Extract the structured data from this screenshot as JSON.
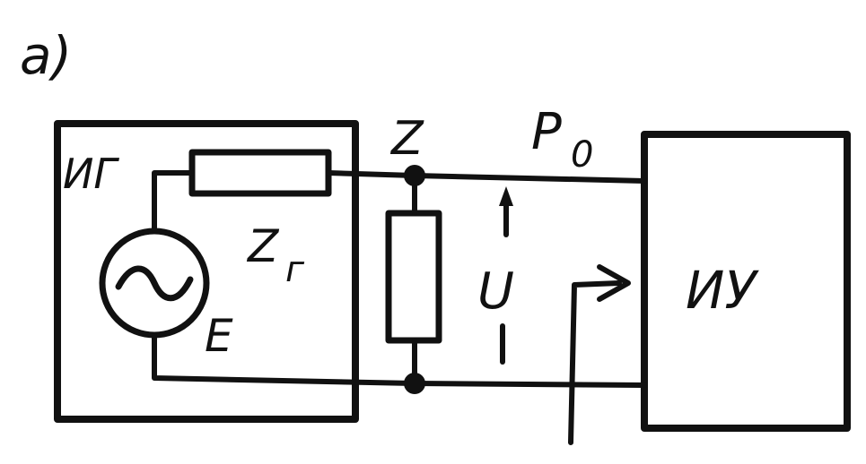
{
  "labels": {
    "figure_letter": "a)",
    "generator_block": "ИГ",
    "node_label": "Z",
    "power_label": "P",
    "power_subscript": "0",
    "source_impedance": "Z",
    "source_impedance_subscript": "г",
    "source_emf": "E",
    "voltage_label": "U",
    "device_block": "ИУ"
  },
  "colors": {
    "ink": "#111111",
    "paper": "#ffffff"
  }
}
